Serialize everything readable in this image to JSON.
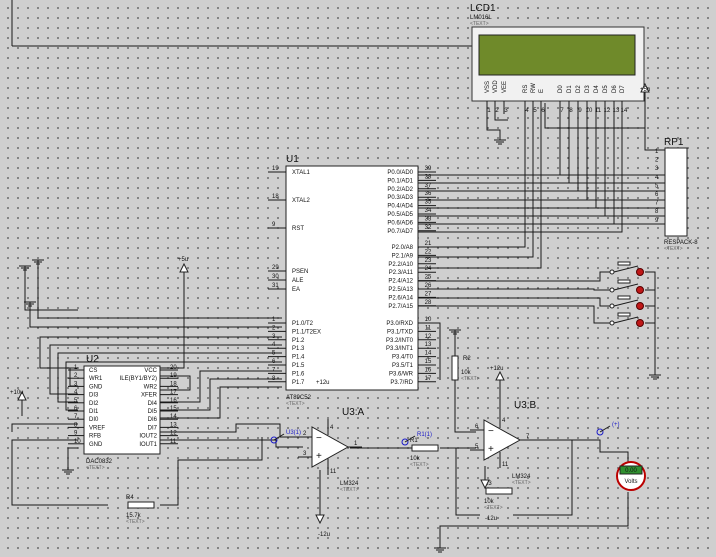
{
  "text_placeholder": "<TEXT>",
  "lcd": {
    "ref": "LCD1",
    "model": "LM016L",
    "pins": [
      "VSS",
      "VDD",
      "VEE",
      "RS",
      "RW",
      "E",
      "D0",
      "D1",
      "D2",
      "D3",
      "D4",
      "D5",
      "D6",
      "D7"
    ],
    "nums": [
      "1",
      "2",
      "3",
      "4",
      "5",
      "6",
      "7",
      "8",
      "9",
      "10",
      "11",
      "12",
      "13",
      "14"
    ],
    "display_color": "#6f8a2a"
  },
  "u1": {
    "ref": "U1",
    "model": "AT89C52",
    "left_top": [
      {
        "n": "19",
        "l": "XTAL1"
      },
      {
        "n": "18",
        "l": "XTAL2"
      },
      {
        "n": "9",
        "l": "RST"
      }
    ],
    "left_mid": [
      {
        "n": "29",
        "l": "PSEN"
      },
      {
        "n": "30",
        "l": "ALE"
      },
      {
        "n": "31",
        "l": "EA"
      }
    ],
    "left_p1": [
      {
        "n": "1",
        "l": "P1.0/T2"
      },
      {
        "n": "2",
        "l": "P1.1/T2EX"
      },
      {
        "n": "3",
        "l": "P1.2"
      },
      {
        "n": "4",
        "l": "P1.3"
      },
      {
        "n": "5",
        "l": "P1.4"
      },
      {
        "n": "6",
        "l": "P1.5"
      },
      {
        "n": "7",
        "l": "P1.6"
      },
      {
        "n": "8",
        "l": "P1.7"
      }
    ],
    "right_p0": [
      {
        "n": "39",
        "l": "P0.0/AD0"
      },
      {
        "n": "38",
        "l": "P0.1/AD1"
      },
      {
        "n": "37",
        "l": "P0.2/AD2"
      },
      {
        "n": "36",
        "l": "P0.3/AD3"
      },
      {
        "n": "35",
        "l": "P0.4/AD4"
      },
      {
        "n": "34",
        "l": "P0.5/AD5"
      },
      {
        "n": "33",
        "l": "P0.6/AD6"
      },
      {
        "n": "32",
        "l": "P0.7/AD7"
      }
    ],
    "right_p2": [
      {
        "n": "21",
        "l": "P2.0/A8"
      },
      {
        "n": "22",
        "l": "P2.1/A9"
      },
      {
        "n": "23",
        "l": "P2.2/A10"
      },
      {
        "n": "24",
        "l": "P2.3/A11"
      },
      {
        "n": "25",
        "l": "P2.4/A12"
      },
      {
        "n": "26",
        "l": "P2.5/A13"
      },
      {
        "n": "27",
        "l": "P2.6/A14"
      },
      {
        "n": "28",
        "l": "P2.7/A15"
      }
    ],
    "right_p3": [
      {
        "n": "10",
        "l": "P3.0/RXD"
      },
      {
        "n": "11",
        "l": "P3.1/TXD"
      },
      {
        "n": "12",
        "l": "P3.2/INT0"
      },
      {
        "n": "13",
        "l": "P3.3/INT1"
      },
      {
        "n": "14",
        "l": "P3.4/T0"
      },
      {
        "n": "15",
        "l": "P3.5/T1"
      },
      {
        "n": "16",
        "l": "P3.6/WR"
      },
      {
        "n": "17",
        "l": "P3.7/RD"
      }
    ],
    "supply": "+12u"
  },
  "u2": {
    "ref": "U2",
    "model": "DAC0832",
    "left": [
      {
        "n": "1",
        "l": "CS"
      },
      {
        "n": "2",
        "l": "WR1"
      },
      {
        "n": "3",
        "l": "GND"
      },
      {
        "n": "4",
        "l": "DI3"
      },
      {
        "n": "5",
        "l": "DI2"
      },
      {
        "n": "6",
        "l": "DI1"
      },
      {
        "n": "7",
        "l": "DI0"
      },
      {
        "n": "8",
        "l": "VREF"
      },
      {
        "n": "9",
        "l": "RFB"
      },
      {
        "n": "10",
        "l": "GND"
      }
    ],
    "right": [
      {
        "n": "20",
        "l": "VCC"
      },
      {
        "n": "19",
        "l": "ILE(BY1/BY2)"
      },
      {
        "n": "18",
        "l": "WR2"
      },
      {
        "n": "17",
        "l": "XFER"
      },
      {
        "n": "16",
        "l": "DI4"
      },
      {
        "n": "15",
        "l": "DI5"
      },
      {
        "n": "14",
        "l": "DI6"
      },
      {
        "n": "13",
        "l": "DI7"
      },
      {
        "n": "12",
        "l": "IOUT2"
      },
      {
        "n": "11",
        "l": "IOUT1"
      }
    ]
  },
  "rp1": {
    "ref": "RP1",
    "model": "RESPACK-8",
    "pins": [
      "1",
      "2",
      "3",
      "4",
      "5",
      "6",
      "7",
      "8",
      "9"
    ]
  },
  "u3a": {
    "ref": "U3:A",
    "model": "LM324",
    "pin_minus": "2",
    "pin_plus": "3",
    "pin_out": "1",
    "pin_v": "4",
    "pin_g": "11",
    "supply_neg": "-12u"
  },
  "u3b": {
    "ref": "U3:B",
    "model": "LM324",
    "pin_minus": "6",
    "pin_plus": "5",
    "pin_out": "7",
    "pin_v": "4",
    "pin_g": "11",
    "supply_pos": "+12u",
    "supply_neg": "-12u"
  },
  "r1": {
    "ref": "R1",
    "value": "10k"
  },
  "r2": {
    "ref": "R2",
    "value": "10k"
  },
  "r3": {
    "ref": "R3",
    "value": "10k"
  },
  "r4": {
    "ref": "R4",
    "value": "15.7k"
  },
  "voltmeter": {
    "reading": "0.00",
    "unit": "Volts",
    "display_color": "#2f8f2f"
  },
  "probes": [
    {
      "label": "U3(1)"
    },
    {
      "label": "R1(1)"
    },
    {
      "label": "(+)"
    }
  ],
  "supplies": {
    "u2_vcc": "+5u",
    "lcd_vcc": "+5u",
    "ref": "+10u",
    "u3b_pos": "+12u",
    "u3b_neg": "-12u",
    "u3a_neg": "-12u"
  }
}
